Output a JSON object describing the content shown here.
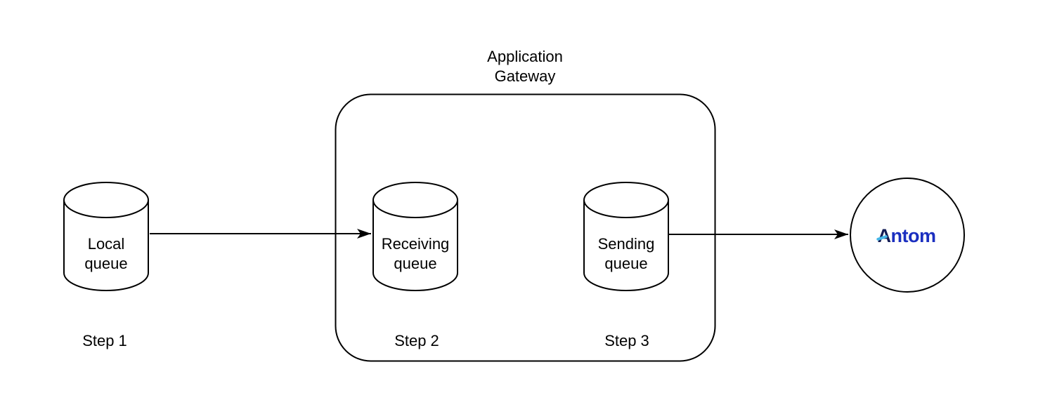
{
  "diagram": {
    "gateway": {
      "label": "Application\nGateway"
    },
    "nodes": {
      "local_queue": {
        "label": "Local\nqueue",
        "step": "Step 1"
      },
      "receiving_queue": {
        "label": "Receiving\nqueue",
        "step": "Step 2"
      },
      "sending_queue": {
        "label": "Sending\nqueue",
        "step": "Step 3"
      },
      "antom": {
        "label": "Antom"
      }
    },
    "colors": {
      "stroke": "#000000",
      "background": "#ffffff",
      "antom_blue": "#1b2fc0",
      "antom_dark_navy": "#131c55",
      "antom_cyan": "#45b7e8"
    }
  }
}
